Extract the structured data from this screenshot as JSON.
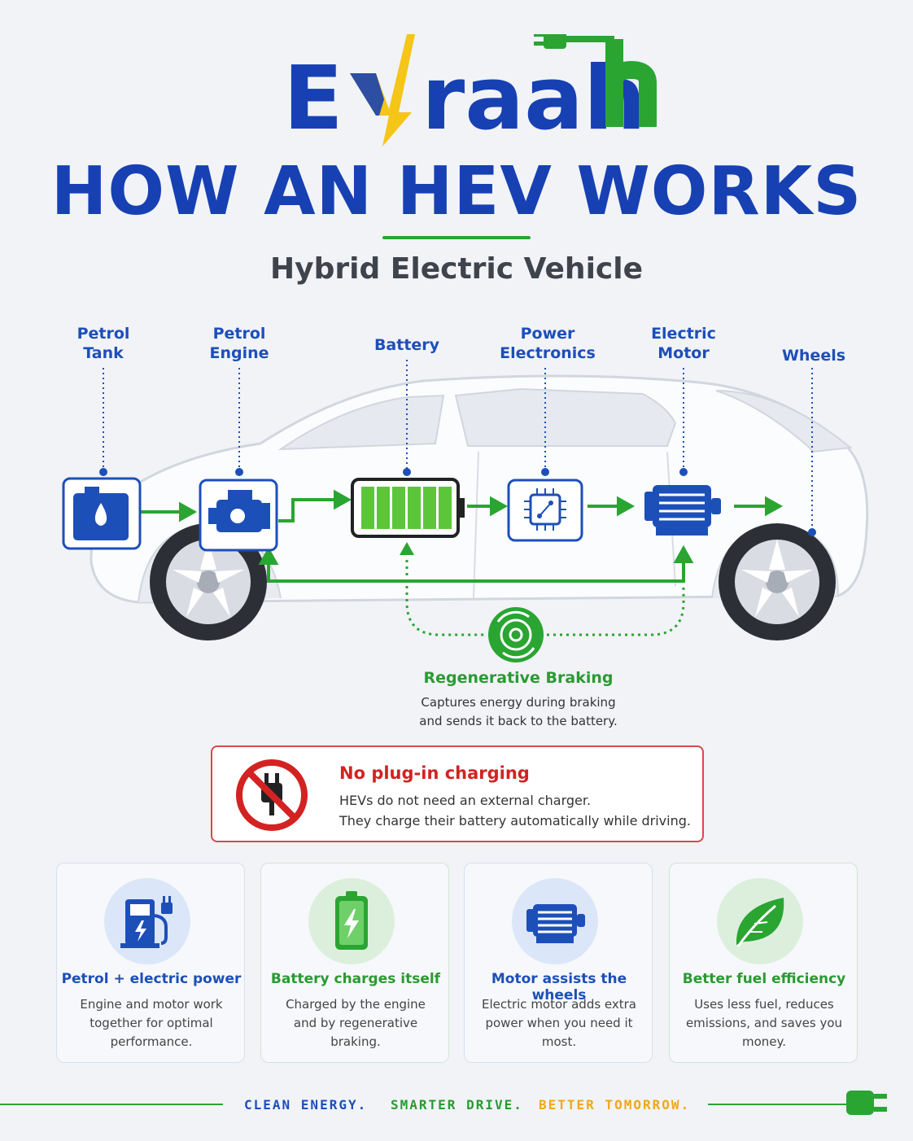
{
  "brand": {
    "logo_text_left": "E",
    "logo_text_right": "raah",
    "colors": {
      "blue": "#1740b3",
      "green": "#2aa532",
      "yellow": "#f5c518",
      "red": "#d32222"
    }
  },
  "header": {
    "title": "HOW AN HEV WORKS",
    "subtitle": "Hybrid Electric Vehicle"
  },
  "components": [
    {
      "label": "Petrol\nTank",
      "icon": "fuel-tank-icon"
    },
    {
      "label": "Petrol\nEngine",
      "icon": "engine-icon"
    },
    {
      "label": "Battery",
      "icon": "battery-icon"
    },
    {
      "label": "Power\nElectronics",
      "icon": "chip-icon"
    },
    {
      "label": "Electric\nMotor",
      "icon": "motor-icon"
    },
    {
      "label": "Wheels",
      "icon": "wheel-icon"
    }
  ],
  "regen": {
    "title": "Regenerative Braking",
    "desc_line1": "Captures energy during braking",
    "desc_line2": "and sends it back to the battery.",
    "icon": "regen-brake-icon"
  },
  "no_plug": {
    "title": "No plug-in charging",
    "line1": "HEVs do not need an external charger.",
    "line2": "They charge their battery automatically while driving.",
    "icon": "no-plug-icon"
  },
  "features": [
    {
      "title": "Petrol + electric power",
      "desc": "Engine and motor work together for optimal performance.",
      "icon": "fuel-pump-plug-icon"
    },
    {
      "title": "Battery charges itself",
      "desc": "Charged by the engine and by regenerative braking.",
      "icon": "battery-bolt-icon"
    },
    {
      "title": "Motor assists the wheels",
      "desc": "Electric motor adds extra power when you need it most.",
      "icon": "motor-icon"
    },
    {
      "title": "Better fuel efficiency",
      "desc": "Uses less fuel, reduces emissions, and saves you money.",
      "icon": "leaf-icon"
    }
  ],
  "footer": {
    "part1": "CLEAN ENERGY.",
    "part2": "SMARTER DRIVE.",
    "part3": "BETTER TOMORROW.",
    "icon": "plug-icon"
  }
}
